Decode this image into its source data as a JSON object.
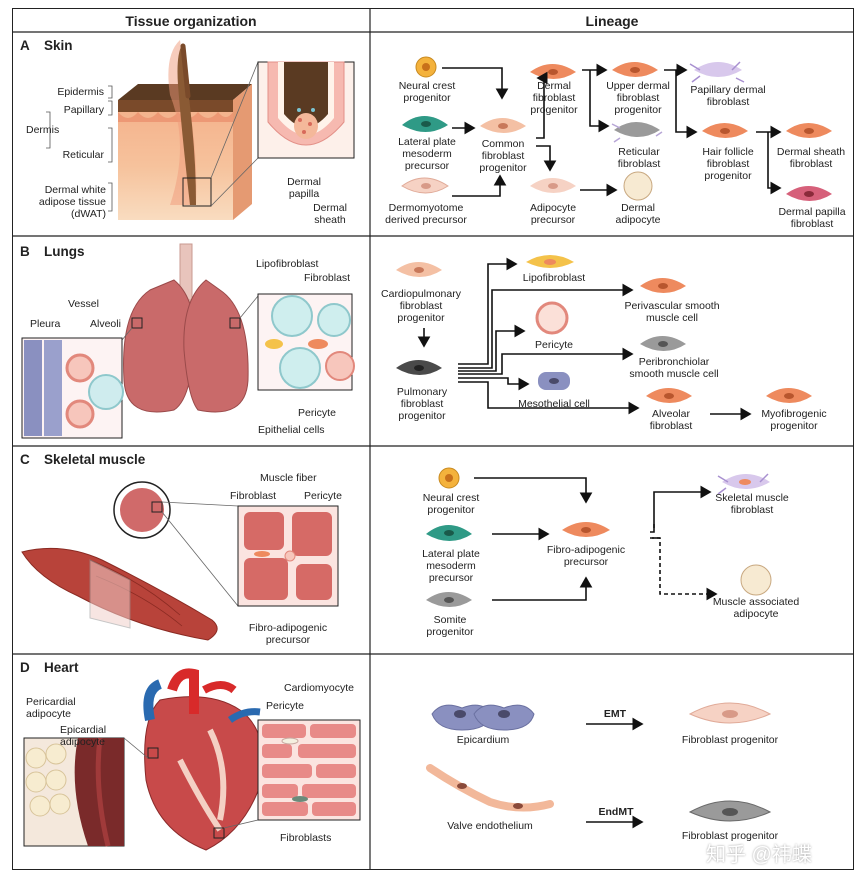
{
  "headers": {
    "left": "Tissue organization",
    "right": "Lineage"
  },
  "panels": {
    "A": {
      "letter": "A",
      "title": "Skin",
      "tissue_labels": {
        "epidermis": "Epidermis",
        "papillary": "Papillary",
        "dermis": "Dermis",
        "reticular": "Reticular",
        "dwat": [
          "Dermal white",
          "adipose tissue",
          "(dWAT)"
        ],
        "dermal_papilla": [
          "Dermal",
          "papilla"
        ],
        "dermal_sheath": [
          "Dermal",
          "sheath"
        ]
      },
      "lineage": {
        "neural_crest": [
          "Neural crest",
          "progenitor"
        ],
        "lateral_plate": [
          "Lateral plate",
          "mesoderm",
          "precursor"
        ],
        "dermomyotome": [
          "Dermomyotome",
          "derived precursor"
        ],
        "common_fib": [
          "Common",
          "fibroblast",
          "progenitor"
        ],
        "dermal_fib": [
          "Dermal",
          "fibroblast",
          "progenitor"
        ],
        "adipocyte_prec": [
          "Adipocyte",
          "precursor"
        ],
        "dermal_adipocyte": [
          "Dermal",
          "adipocyte"
        ],
        "upper_dermal": [
          "Upper dermal",
          "fibroblast",
          "progenitor"
        ],
        "reticular_fib": [
          "Reticular",
          "fibroblast"
        ],
        "papillary_fib": [
          "Papillary dermal",
          "fibroblast"
        ],
        "hair_follicle": [
          "Hair follicle",
          "fibroblast",
          "progenitor"
        ],
        "dermal_sheath_fib": [
          "Dermal sheath",
          "fibroblast"
        ],
        "dermal_papilla_fib": [
          "Dermal papilla",
          "fibroblast"
        ]
      }
    },
    "B": {
      "letter": "B",
      "title": "Lungs",
      "tissue_labels": {
        "pleura": "Pleura",
        "vessel": "Vessel",
        "alveoli": "Alveoli",
        "lipofibroblast": "Lipofibroblast",
        "fibroblast": "Fibroblast",
        "pericyte": "Pericyte",
        "epithelial": "Epithelial cells"
      },
      "lineage": {
        "cardiopulmonary": [
          "Cardiopulmonary",
          "fibroblast",
          "progenitor"
        ],
        "pulmonary": [
          "Pulmonary",
          "fibroblast",
          "progenitor"
        ],
        "lipofibroblast": [
          "Lipofibroblast"
        ],
        "perivascular": [
          "Perivascular smooth",
          "muscle cell"
        ],
        "pericyte": [
          "Pericyte"
        ],
        "peribronchiolar": [
          "Peribronchiolar",
          "smooth muscle cell"
        ],
        "mesothelial": [
          "Mesothelial cell"
        ],
        "alveolar": [
          "Alveolar",
          "fibroblast"
        ],
        "myofibrogenic": [
          "Myofibrogenic",
          "progenitor"
        ]
      }
    },
    "C": {
      "letter": "C",
      "title": "Skeletal muscle",
      "tissue_labels": {
        "muscle_fiber": "Muscle fiber",
        "fibroblast": "Fibroblast",
        "pericyte": "Pericyte",
        "fap": [
          "Fibro-adipogenic",
          "precursor"
        ]
      },
      "lineage": {
        "neural_crest": [
          "Neural crest",
          "progenitor"
        ],
        "lateral_plate": [
          "Lateral plate",
          "mesoderm",
          "precursor"
        ],
        "somite": [
          "Somite",
          "progenitor"
        ],
        "fap": [
          "Fibro-adipogenic",
          "precursor"
        ],
        "skeletal_fib": [
          "Skeletal muscle",
          "fibroblast"
        ],
        "muscle_adipocyte": [
          "Muscle associated",
          "adipocyte"
        ]
      }
    },
    "D": {
      "letter": "D",
      "title": "Heart",
      "tissue_labels": {
        "pericardial": [
          "Pericardial",
          "adipocyte"
        ],
        "epicardial": [
          "Epicardial",
          "adipocyte"
        ],
        "cardiomyocyte": "Cardiomyocyte",
        "pericyte": "Pericyte",
        "fibroblasts": "Fibroblasts"
      },
      "lineage": {
        "epicardium": "Epicardium",
        "emt": "EMT",
        "fib_prog_1": "Fibroblast progenitor",
        "valve": "Valve endothelium",
        "endmt": "EndMT",
        "fib_prog_2": "Fibroblast progenitor"
      }
    }
  },
  "watermark": "知乎 @祎蝶",
  "colors": {
    "fibroblast": "#ee8a5e",
    "neural_crest": "#f4b23c",
    "lateral_plate": "#2f9a86",
    "dermomyotome": "#f6d2c4",
    "adipocyte": "#f7ead2",
    "grey_cell": "#9a9a9a",
    "dark_cell": "#4a4a4a",
    "papilla_cell": "#d6607a",
    "lilac": "#b7a6d6",
    "skin_tan": "#f0b48a",
    "muscle_red": "#b8433a"
  }
}
